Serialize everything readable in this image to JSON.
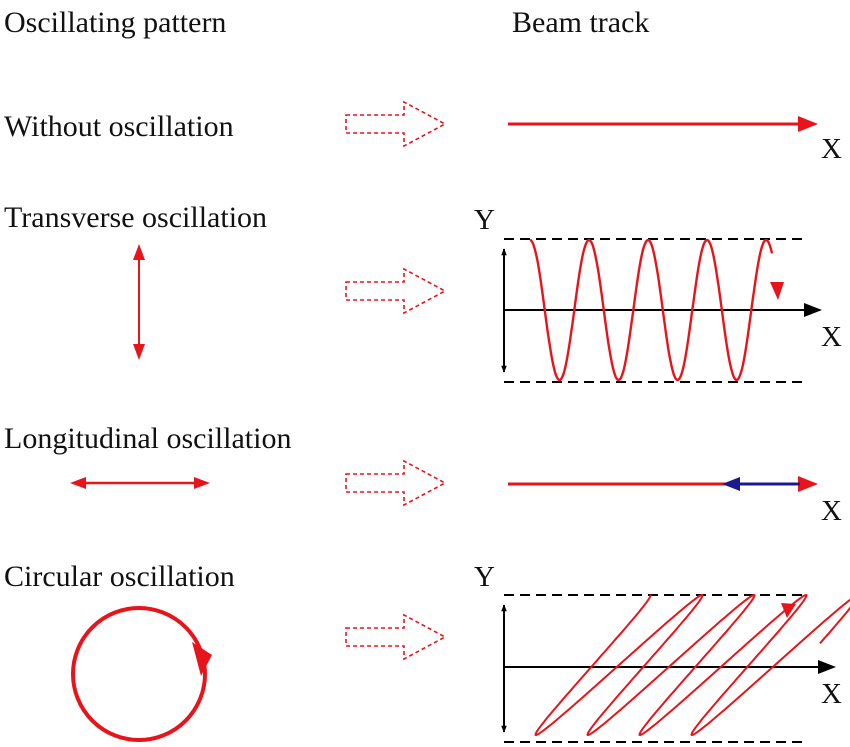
{
  "headers": {
    "pattern": "Oscillating pattern",
    "track": "Beam track"
  },
  "rows": [
    {
      "id": "without",
      "label": "Without oscillation",
      "axis_x": "X",
      "axis_y": ""
    },
    {
      "id": "transverse",
      "label": "Transverse oscillation",
      "axis_x": "X",
      "axis_y": "Y"
    },
    {
      "id": "longitudinal",
      "label": "Longitudinal oscillation",
      "axis_x": "X",
      "axis_y": ""
    },
    {
      "id": "circular",
      "label": "Circular oscillation",
      "axis_x": "X",
      "axis_y": "Y"
    }
  ],
  "colors": {
    "beam": "#e8141c",
    "axis": "#000000",
    "reverse": "#1a1a8c"
  }
}
